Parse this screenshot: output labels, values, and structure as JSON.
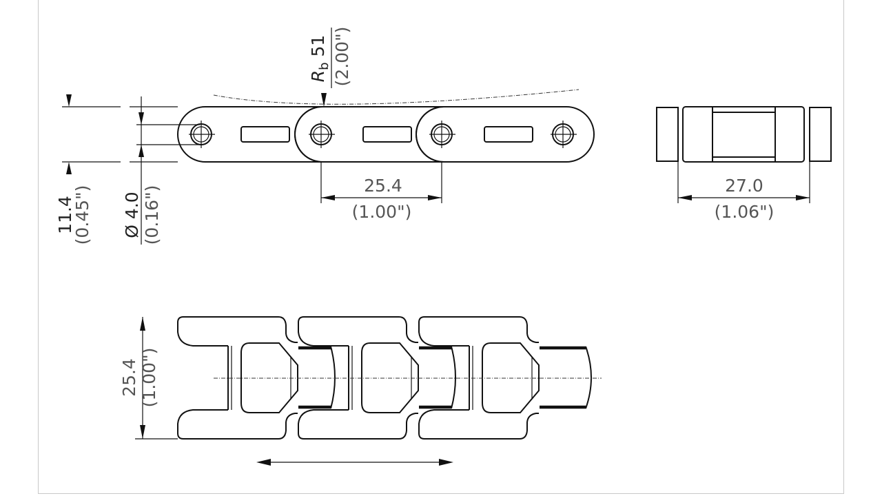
{
  "drawing": {
    "side_view": {
      "link_height_mm": "11.4",
      "link_height_in": "(0.45\")",
      "pin_diameter_mm": "Ø 4.0",
      "pin_diameter_in": "(0.16\")",
      "pitch_mm": "25.4",
      "pitch_in": "(1.00\")",
      "backflex_radius_symbol": "R",
      "backflex_radius_sub": "b",
      "backflex_radius_mm": " 51",
      "backflex_radius_in": "(2.00\")"
    },
    "end_view": {
      "width_mm": "27.0",
      "width_in": "(1.06\")"
    },
    "top_view": {
      "width_mm": "25.4",
      "width_in": "(1.00\")"
    }
  }
}
